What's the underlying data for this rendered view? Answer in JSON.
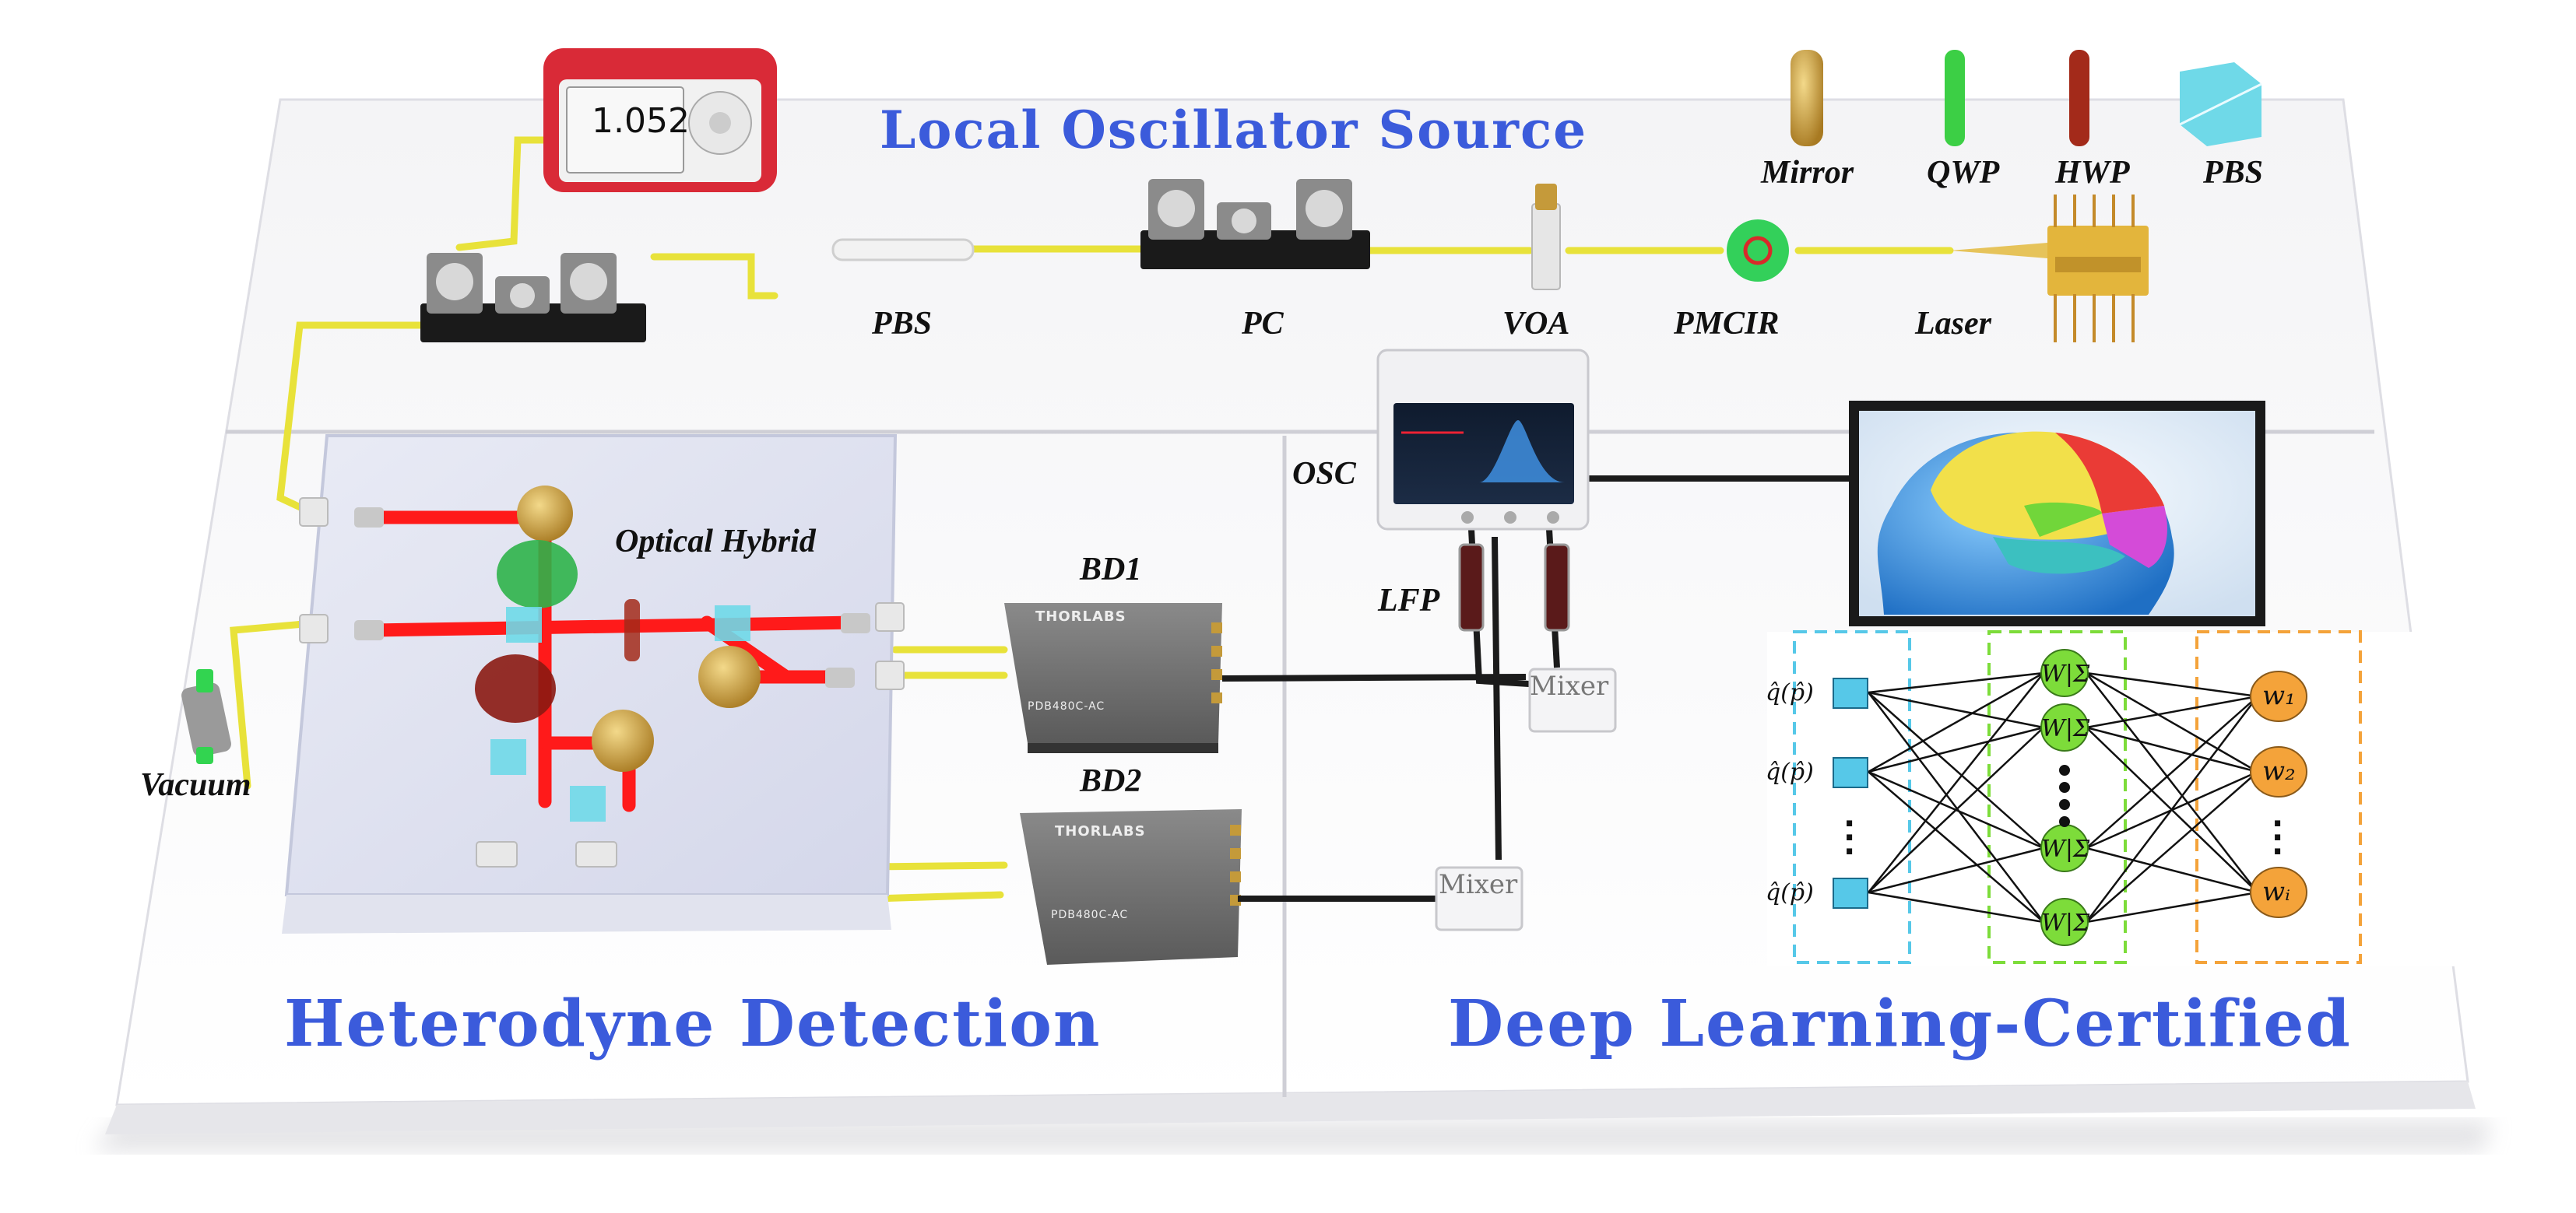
{
  "titles": {
    "local_oscillator": "Local Oscillator Source",
    "heterodyne": "Heterodyne Detection",
    "deep_learning": "Deep Learning-Certified"
  },
  "legend": {
    "mirror": "Mirror",
    "qwp": "QWP",
    "hwp": "HWP",
    "pbs": "PBS"
  },
  "components": {
    "pbs": "PBS",
    "pc": "PC",
    "voa": "VOA",
    "pmcir": "PMCIR",
    "laser": "Laser",
    "osc": "OSC",
    "lfp": "LFP",
    "optical_hybrid": "Optical  Hybrid",
    "bd1": "BD1",
    "bd2": "BD2",
    "vacuum": "Vacuum",
    "mixer1": "Mixer",
    "mixer2": "Mixer"
  },
  "power_meter": {
    "reading": "1.052"
  },
  "detectors": {
    "brand": "THORLABS",
    "model": "PDB480C-AC"
  },
  "neural_net": {
    "inputs": [
      "q̂(p̂)",
      "q̂(p̂)",
      "q̂(p̂)"
    ],
    "hidden_label": "W|Σ",
    "outputs": [
      "w₁",
      "w₂",
      "wᵢ"
    ]
  },
  "colors": {
    "title_blue": "#3b5bdb",
    "fiber_yellow": "#e8e23a",
    "laser_beam_red": "#ff1a1a",
    "nn_input_cyan": "#56c8e8",
    "nn_hidden_green": "#7ddc3a",
    "nn_output_orange": "#f4a33a"
  }
}
